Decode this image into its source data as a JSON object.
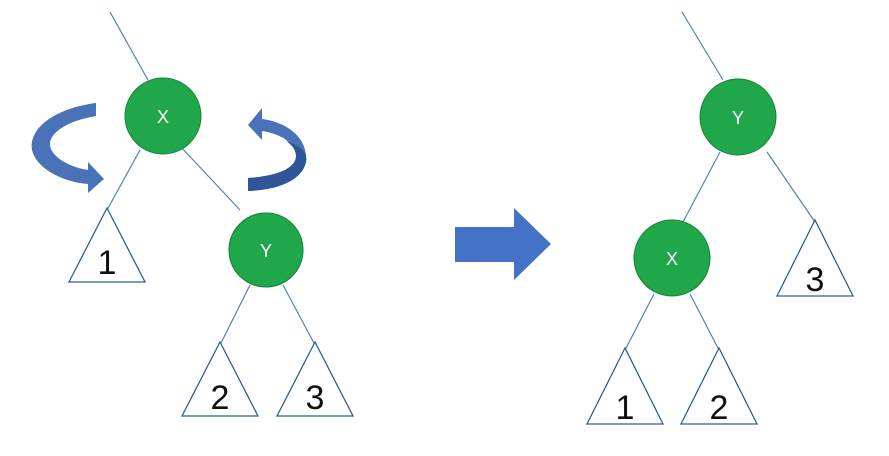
{
  "colors": {
    "node_fill": "#1FA74A",
    "node_stroke": "#15803A",
    "edge": "#4F81BD",
    "subtree_stroke": "#2E5E9A",
    "arrow_fill": "#4472C4",
    "curved_arrow_fill": "#4A72B8",
    "curved_arrow_dark": "#2F5597"
  },
  "icons": {
    "left_rotate": "curved-arrow-counterclockwise-icon",
    "right_rotate": "curved-arrow-clockwise-icon",
    "transform": "right-arrow-icon"
  },
  "before": {
    "nodes": {
      "x": {
        "label": "X"
      },
      "y": {
        "label": "Y"
      }
    },
    "subtrees": {
      "s1": {
        "label": "1"
      },
      "s2": {
        "label": "2"
      },
      "s3": {
        "label": "3"
      }
    }
  },
  "after": {
    "nodes": {
      "y": {
        "label": "Y"
      },
      "x": {
        "label": "X"
      }
    },
    "subtrees": {
      "s1": {
        "label": "1"
      },
      "s2": {
        "label": "2"
      },
      "s3": {
        "label": "3"
      }
    }
  }
}
